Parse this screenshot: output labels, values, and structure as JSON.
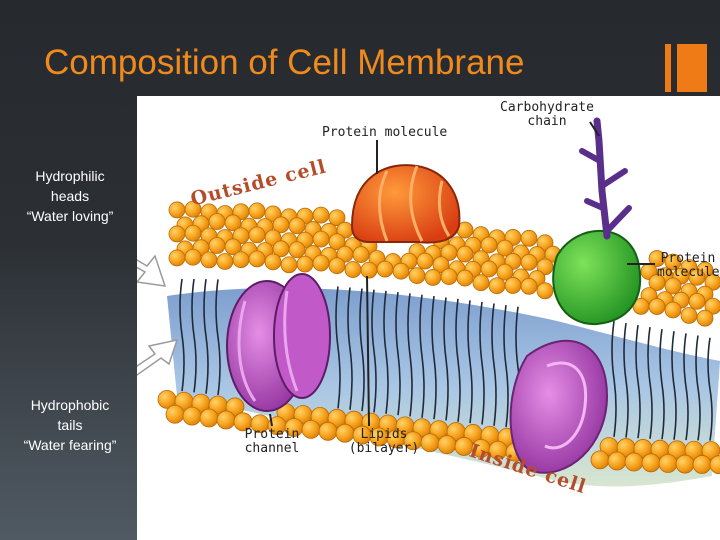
{
  "slide": {
    "title": "Composition of Cell Membrane"
  },
  "sidebar": {
    "hydrophilic": {
      "line1": "Hydrophilic",
      "line2": "heads",
      "line3": "“Water loving”"
    },
    "hydrophobic": {
      "line1": "Hydrophobic",
      "line2": "tails",
      "line3": "“Water fearing”"
    }
  },
  "diagram": {
    "protein_molecule_top": "Protein molecule",
    "carbohydrate_line1": "Carbohydrate",
    "carbohydrate_line2": "chain",
    "protein_molecule_right_line1": "Protein",
    "protein_molecule_right_line2": "molecule",
    "protein_channel_line1": "Protein",
    "protein_channel_line2": "channel",
    "lipids_line1": "Lipids",
    "lipids_line2": "(bilayer)",
    "outside_cell": "Outside cell",
    "inside_cell": "Inside cell"
  },
  "colors": {
    "title": "#f08a1c",
    "accent": "#ee7b16",
    "lipid_head": "#f7a21b",
    "protein_top": "#e8501a",
    "protein_right": "#2fae2b",
    "protein_channel": "#a63fb0",
    "carbohydrate": "#5a2f8c",
    "bilayer_fill": "#9fc0e0"
  }
}
